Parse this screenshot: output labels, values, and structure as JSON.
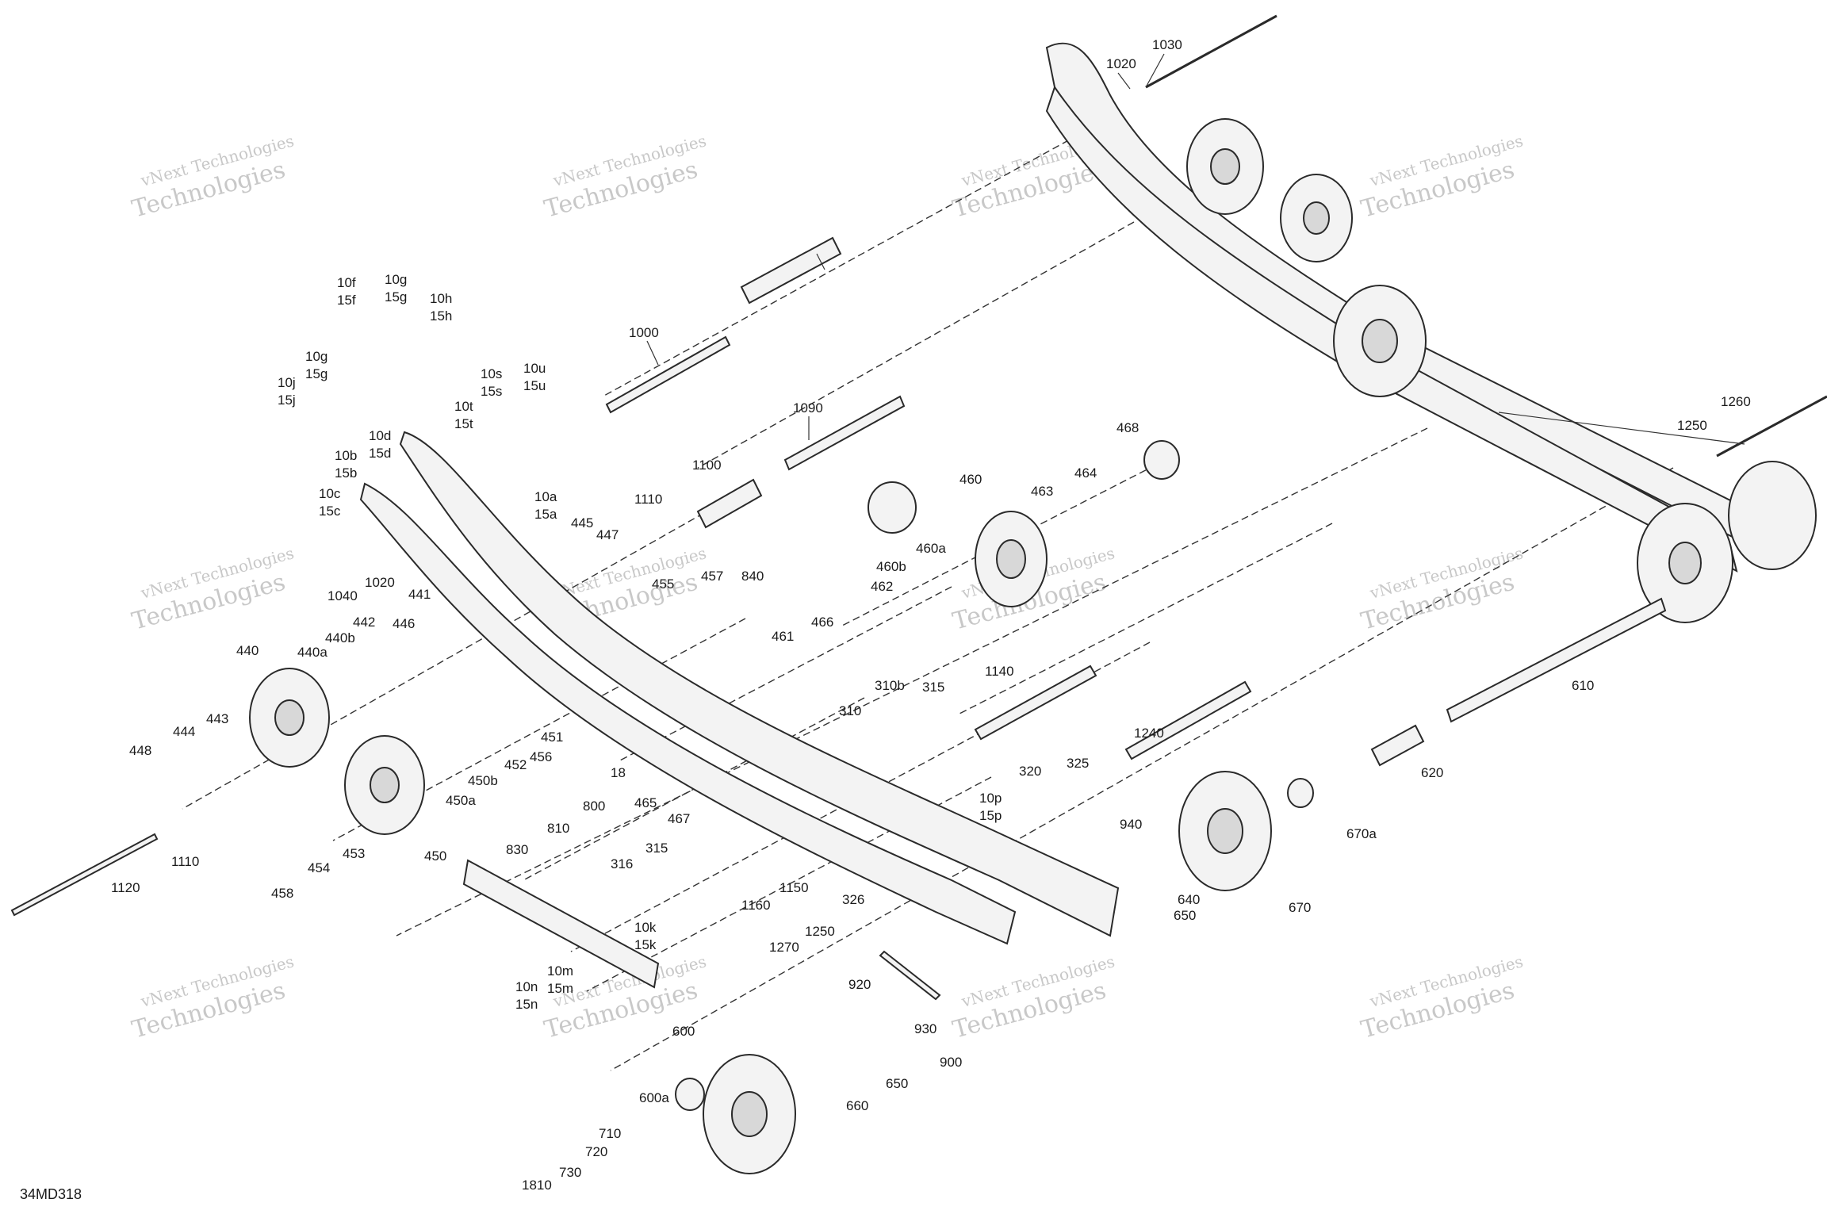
{
  "diagram_code": "34MD318",
  "watermark": {
    "line1": "vNext Technologies",
    "line2": "Technologies"
  },
  "labels": [
    "1030",
    "1020",
    "1000",
    "1090",
    "1260",
    "1250",
    "10h",
    "15h",
    "10g",
    "15g",
    "10f",
    "15f",
    "10g",
    "15g",
    "10j",
    "15j",
    "10s",
    "15s",
    "10u",
    "15u",
    "10t",
    "15t",
    "10d",
    "15d",
    "10b",
    "15b",
    "10c",
    "15c",
    "10a",
    "15a",
    "1100",
    "1110",
    "468",
    "460",
    "463",
    "464",
    "460a",
    "460b",
    "445",
    "447",
    "455",
    "457",
    "840",
    "1020",
    "1040",
    "441",
    "442",
    "446",
    "440b",
    "440a",
    "440",
    "462",
    "466",
    "461",
    "310b",
    "315",
    "1140",
    "1240",
    "610",
    "620",
    "310",
    "443",
    "444",
    "448",
    "451",
    "456",
    "18",
    "465",
    "467",
    "800",
    "810",
    "450b",
    "452",
    "450a",
    "450",
    "830",
    "453",
    "454",
    "458",
    "1110",
    "1120",
    "320",
    "325",
    "10p",
    "15p",
    "940",
    "670a",
    "670",
    "640",
    "650",
    "316",
    "315",
    "1150",
    "1160",
    "326",
    "10k",
    "15k",
    "10m",
    "15m",
    "10n",
    "15n",
    "1270",
    "1250",
    "920",
    "930",
    "900",
    "600",
    "650",
    "660",
    "600a",
    "710",
    "720",
    "730",
    "1810"
  ]
}
